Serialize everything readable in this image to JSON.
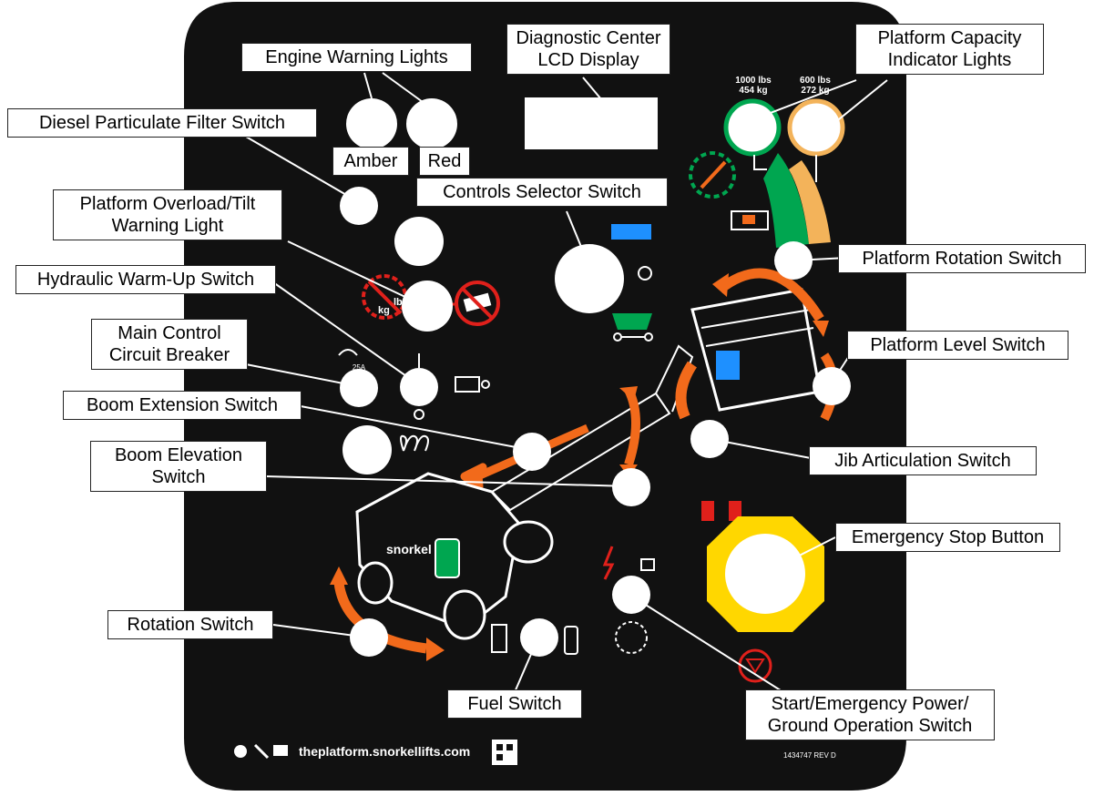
{
  "labels": {
    "engine_warning_lights": "Engine Warning Lights",
    "amber": "Amber",
    "red": "Red",
    "diagnostic_line1": "Diagnostic Center",
    "diagnostic_line2": "LCD Display",
    "capacity_line1": "Platform Capacity",
    "capacity_line2": "Indicator Lights",
    "dpf_switch": "Diesel Particulate Filter Switch",
    "overload_line1": "Platform Overload/Tilt",
    "overload_line2": "Warning Light",
    "controls_selector": "Controls Selector Switch",
    "hydraulic_warmup": "Hydraulic Warm-Up Switch",
    "main_control_line1": "Main Control",
    "main_control_line2": "Circuit Breaker",
    "boom_extension": "Boom Extension Switch",
    "boom_elevation_line1": "Boom Elevation",
    "boom_elevation_line2": "Switch",
    "platform_rotation": "Platform Rotation Switch",
    "platform_level": "Platform Level Switch",
    "jib_articulation": "Jib Articulation Switch",
    "emergency_stop": "Emergency Stop Button",
    "rotation_switch": "Rotation Switch",
    "fuel_switch": "Fuel Switch",
    "start_line1": "Start/Emergency Power/",
    "start_line2": "Ground Operation Switch"
  },
  "panel_text": {
    "cap_1000_lbs": "1000 lbs",
    "cap_1000_kg": "454 kg",
    "cap_600_lbs": "600 lbs",
    "cap_600_kg": "272 kg",
    "breaker_rating": "25A",
    "brand": "snorkel",
    "website": "theplatform.snorkellifts.com",
    "part_number": "1434747 REV D",
    "overload_kg": "kg",
    "overload_lb": "lb"
  },
  "colors": {
    "panel": "#111111",
    "orange": "#f26a1b",
    "green": "#00a650",
    "amber_ring": "#f3b35a",
    "yellow": "#ffd700",
    "red": "#e0201b",
    "blue": "#1e90ff"
  }
}
